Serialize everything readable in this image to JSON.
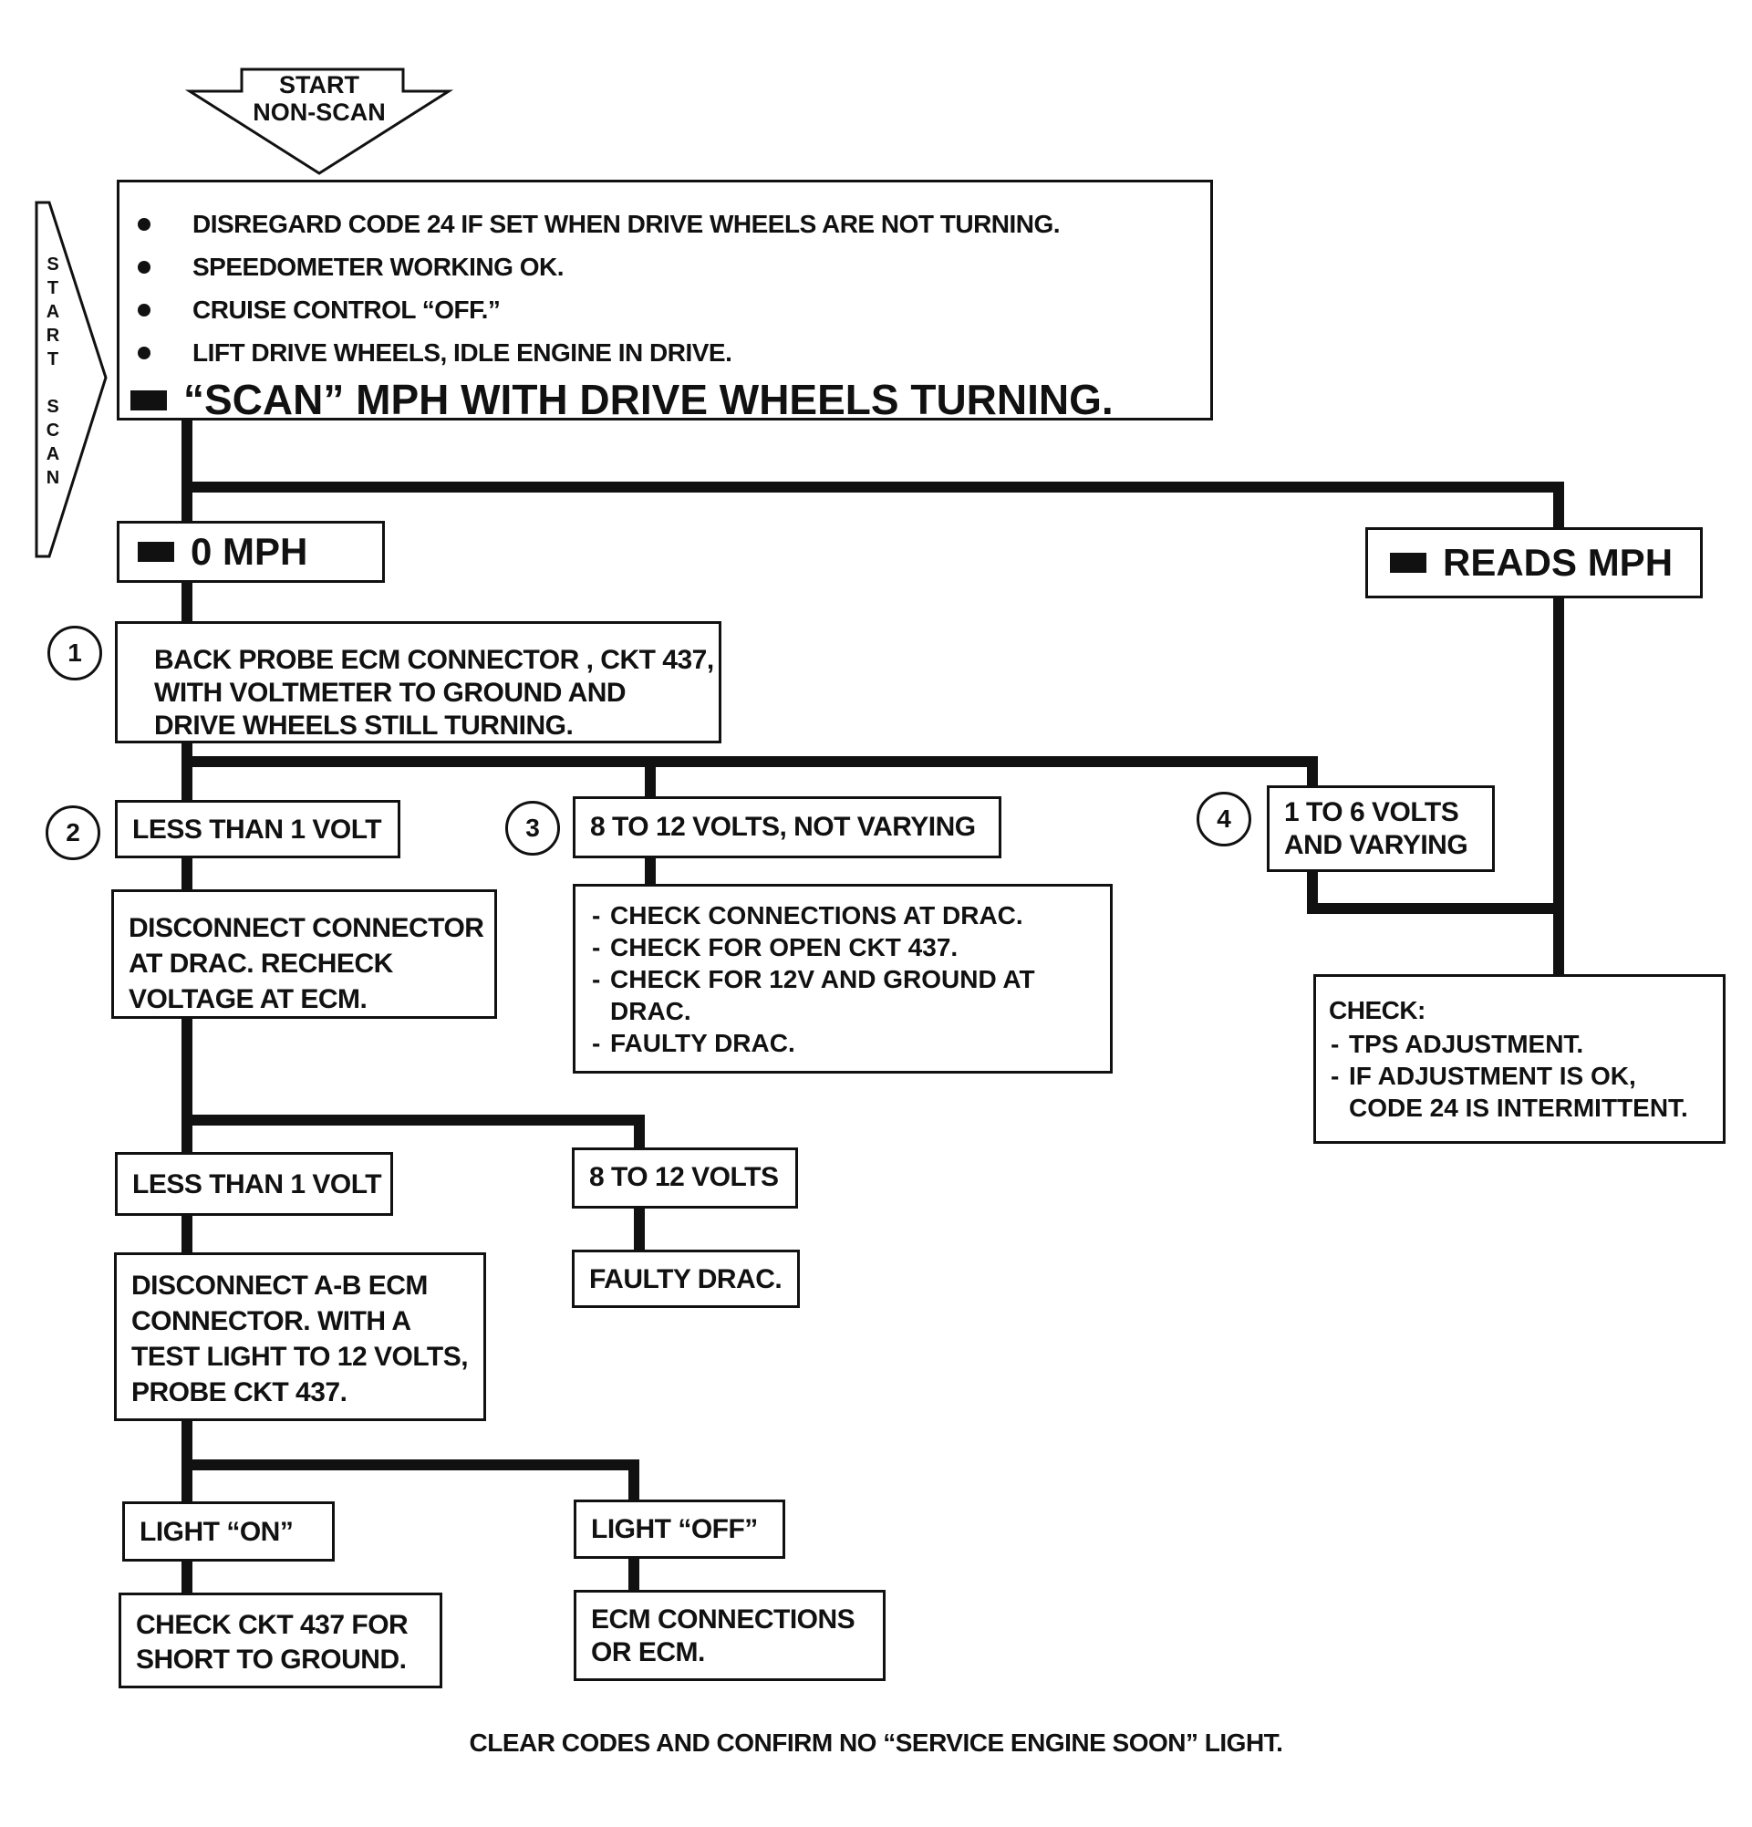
{
  "start_nonscan": {
    "line1": "START",
    "line2": "NON-SCAN"
  },
  "start_scan_letters": [
    "S",
    "T",
    "A",
    "R",
    "T",
    "",
    "S",
    "C",
    "A",
    "N"
  ],
  "top_box": {
    "items": [
      "DISREGARD CODE 24 IF SET WHEN DRIVE WHEELS ARE NOT TURNING.",
      "SPEEDOMETER WORKING OK.",
      "CRUISE CONTROL “OFF.”",
      "LIFT DRIVE WHEELS, IDLE ENGINE IN DRIVE."
    ],
    "scan_line": "“SCAN” MPH WITH DRIVE WHEELS TURNING."
  },
  "zero_mph": "0 MPH",
  "reads_mph": "READS MPH",
  "step1": {
    "num": "1",
    "lines": [
      "BACK PROBE ECM CONNECTOR , CKT 437,",
      "WITH VOLTMETER TO GROUND AND",
      "DRIVE WHEELS STILL TURNING."
    ]
  },
  "step2": {
    "num": "2",
    "label": "LESS THAN 1 VOLT"
  },
  "step3": {
    "num": "3",
    "label": "8 TO 12 VOLTS, NOT VARYING"
  },
  "step4": {
    "num": "4",
    "lines": [
      "1 TO 6 VOLTS",
      "AND VARYING"
    ]
  },
  "disconnect_drac": {
    "lines": [
      "DISCONNECT CONNECTOR",
      "AT DRAC. RECHECK",
      "VOLTAGE AT ECM."
    ]
  },
  "drac_checks": {
    "items": [
      "CHECK CONNECTIONS AT DRAC.",
      "CHECK FOR OPEN CKT 437.",
      "CHECK FOR 12V AND GROUND AT DRAC.",
      "FAULTY DRAC."
    ]
  },
  "tps_check": {
    "title": "CHECK:",
    "items": [
      "TPS ADJUSTMENT.",
      "IF ADJUSTMENT IS OK, CODE 24 IS INTERMITTENT."
    ]
  },
  "less1_b": "LESS THAN 1 VOLT",
  "volts_8_12": "8 TO 12 VOLTS",
  "faulty_drac": "FAULTY DRAC.",
  "disconnect_ab": {
    "lines": [
      "DISCONNECT A-B ECM",
      "CONNECTOR.  WITH A",
      "TEST LIGHT TO 12 VOLTS,",
      "PROBE CKT 437."
    ]
  },
  "light_on": "LIGHT “ON”",
  "light_off": "LIGHT “OFF”",
  "short_ground": {
    "lines": [
      "CHECK CKT 437 FOR",
      "SHORT TO GROUND."
    ]
  },
  "ecm_conn": {
    "lines": [
      "ECM CONNECTIONS",
      "OR ECM."
    ]
  },
  "footer": "CLEAR CODES AND CONFIRM NO “SERVICE ENGINE SOON” LIGHT."
}
